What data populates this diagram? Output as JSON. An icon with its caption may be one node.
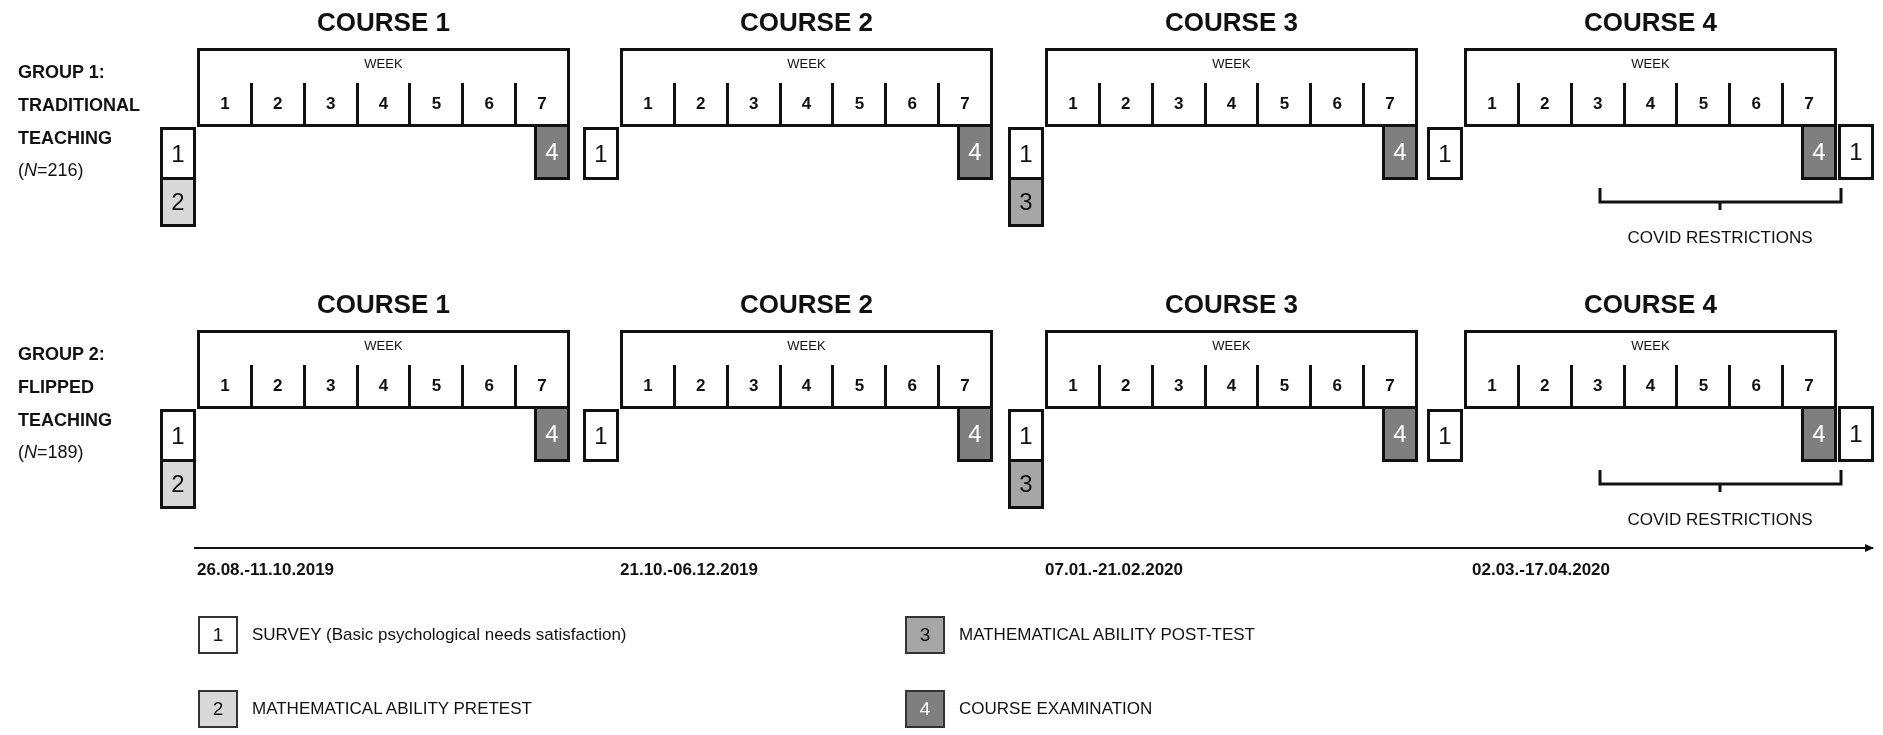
{
  "diagram": {
    "nodes": [
      {
        "text": [
          "COURSE 1",
          "WEEK",
          "1",
          "2",
          "3",
          "4",
          "5",
          "6",
          "7"
        ]
      },
      {
        "text": [
          "1"
        ]
      },
      {
        "text": [
          "2"
        ]
      },
      {
        "text": [
          "4"
        ]
      },
      {
        "text": [
          "COURSE 2",
          "WEEK",
          "1",
          "2",
          "3",
          "4",
          "5",
          "6",
          "7"
        ]
      },
      {
        "text": [
          "1"
        ]
      },
      {
        "text": [
          "4"
        ]
      },
      {
        "text": [
          "COURSE 3",
          "WEEK",
          "1",
          "2",
          "3",
          "4",
          "5",
          "6",
          "7"
        ]
      },
      {
        "text": [
          "1"
        ]
      },
      {
        "text": [
          "3"
        ]
      },
      {
        "text": [
          "4"
        ]
      },
      {
        "text": [
          "COURSE 4",
          "WEEK",
          "1",
          "2",
          "3",
          "4",
          "5",
          "6",
          "7"
        ]
      },
      {
        "text": [
          "1"
        ]
      },
      {
        "text": [
          "4"
        ]
      },
      {
        "text": [
          "1"
        ]
      },
      {
        "text": [
          "COURSE 1",
          "WEEK",
          "1",
          "2",
          "3",
          "4",
          "5",
          "6",
          "7"
        ]
      },
      {
        "text": [
          "1"
        ]
      },
      {
        "text": [
          "2"
        ]
      },
      {
        "text": [
          "4"
        ]
      },
      {
        "text": [
          "COURSE 2",
          "WEEK",
          "1",
          "2",
          "3",
          "4",
          "5",
          "6",
          "7"
        ]
      },
      {
        "text": [
          "1"
        ]
      },
      {
        "text": [
          "4"
        ]
      },
      {
        "text": [
          "COURSE 3",
          "WEEK",
          "1",
          "2",
          "3",
          "4",
          "5",
          "6",
          "7"
        ]
      },
      {
        "text": [
          "1"
        ]
      },
      {
        "text": [
          "3"
        ]
      },
      {
        "text": [
          "4"
        ]
      },
      {
        "text": [
          "COURSE 4",
          "WEEK",
          "1",
          "2",
          "3",
          "4",
          "5",
          "6",
          "7"
        ]
      },
      {
        "text": [
          "1"
        ]
      },
      {
        "text": [
          "4"
        ]
      },
      {
        "text": [
          "1"
        ]
      }
    ],
    "labels": [
      "GROUP 1: TRADITIONAL TEACHING",
      "(*N*=216)",
      "COVID RESTRICTIONS",
      "GROUP 2: FLIPPED TEACHING",
      "(*N*=189)",
      "COVID RESTRICTIONS",
      "26.08.-11.10.2019",
      "21.10.-06.12.2019",
      "07.01.-21.02.2020",
      "02.03.-17.04.2020",
      "1",
      "2",
      "3",
      "4"
    ],
    "legend": [
      {
        "text": "SURVEY (Basic psychological needs satisfaction)",
        "color": "#ffffff"
      },
      {
        "text": "MATHEMATICAL ABILITY PRETEST",
        "color": "#d9d9d9"
      },
      {
        "text": "MATHEMATICAL ABILITY POST-TEST",
        "color": "#a6a6a6"
      },
      {
        "text": "COURSE EXAMINATION",
        "color": "#7f7f7f"
      }
    ]
  }
}
